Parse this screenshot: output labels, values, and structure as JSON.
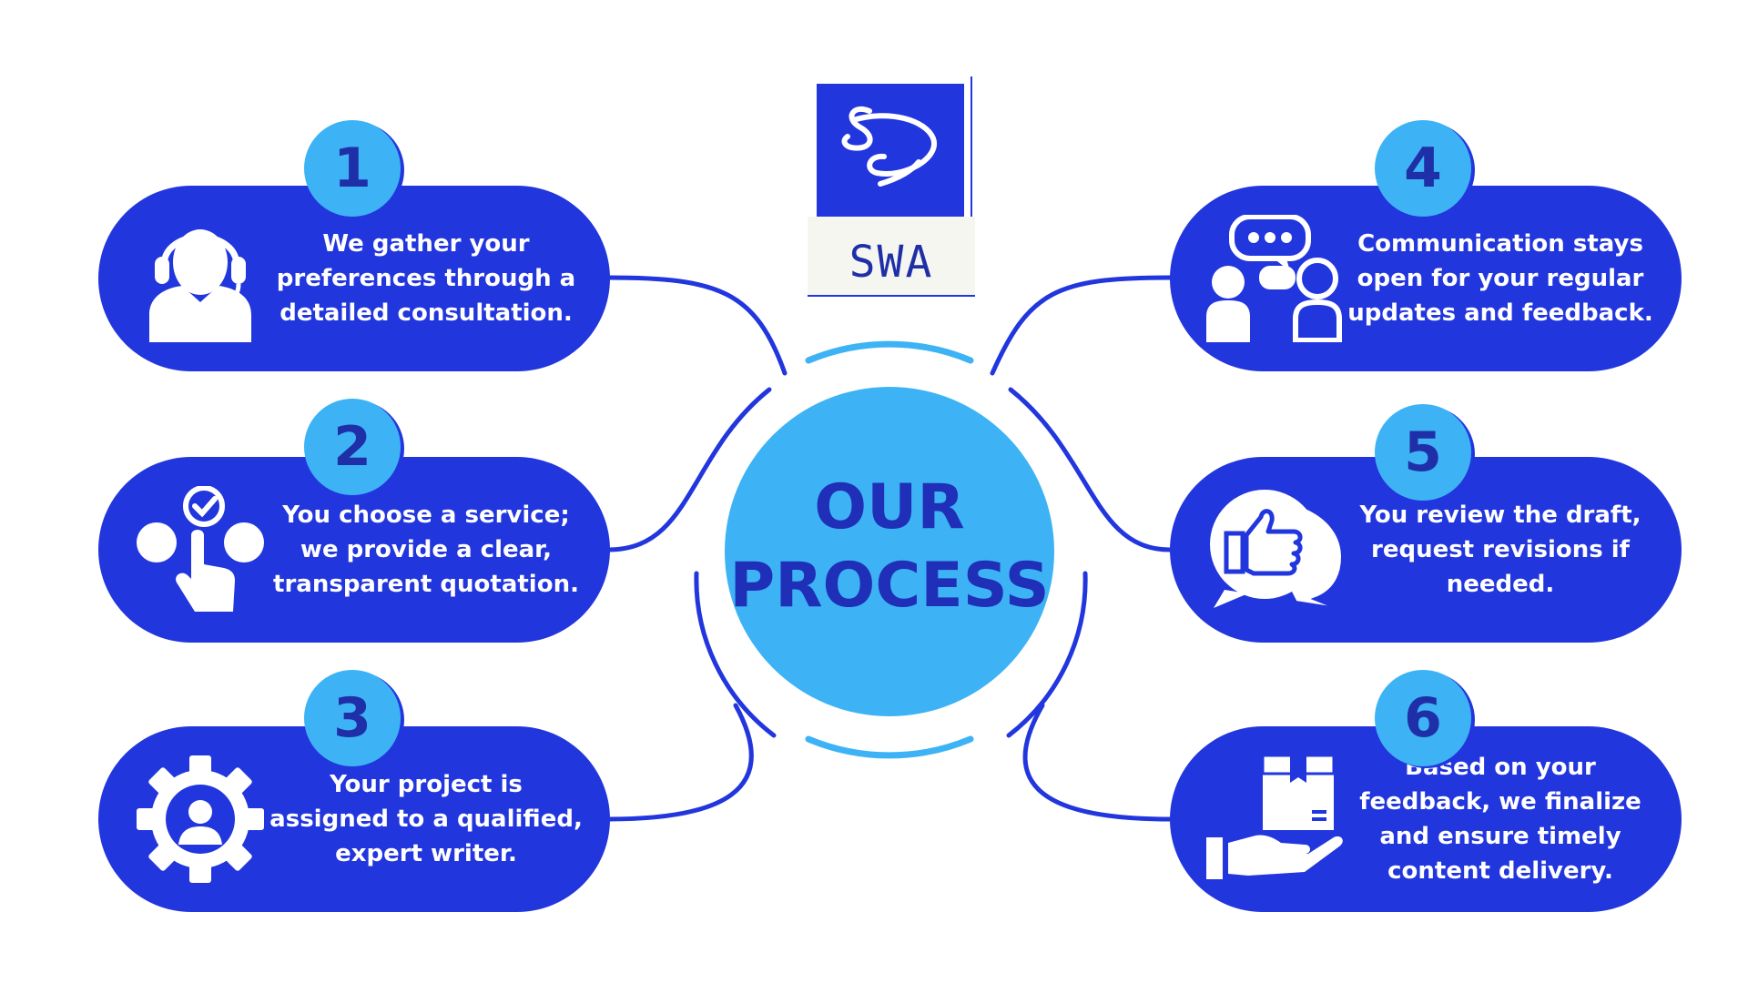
{
  "brand": {
    "name": "SWA",
    "monogram": "SD",
    "color": "#2236de",
    "accent": "#3db3f5"
  },
  "center": {
    "line1": "OUR",
    "line2": "PROCESS"
  },
  "steps": [
    {
      "number": "1",
      "text": "We gather your preferences through a detailed consultation.",
      "icon": "customer-support-icon"
    },
    {
      "number": "2",
      "text": "You choose a service; we provide a clear, transparent quotation.",
      "icon": "select-option-icon"
    },
    {
      "number": "3",
      "text": "Your project is assigned to a qualified, expert writer.",
      "icon": "gear-person-icon"
    },
    {
      "number": "4",
      "text": "Communication stays open for your regular updates and feedback.",
      "icon": "conversation-icon"
    },
    {
      "number": "5",
      "text": "You review the draft, request revisions if needed.",
      "icon": "thumbs-up-chat-icon"
    },
    {
      "number": "6",
      "text": "Based on your feedback, we finalize and ensure timely content delivery.",
      "icon": "delivery-hand-icon"
    }
  ]
}
